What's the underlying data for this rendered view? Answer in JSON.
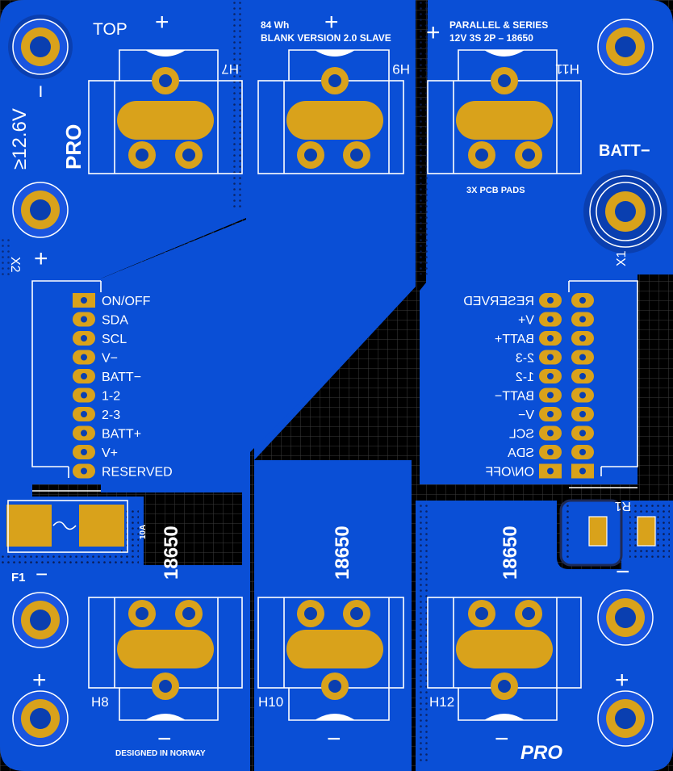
{
  "colors": {
    "background": "#000000",
    "grid": "#3c3c3c",
    "copper": "#0a4fd6",
    "copper_dark": "#0a3fb0",
    "pad_gold": "#d9a21b",
    "hole_blue": "#1a3fb8",
    "silk": "#ffffff"
  },
  "top_left": {
    "top_label": "TOP",
    "plus": "+",
    "minus": "−",
    "voltage": "≥12.6V",
    "connector": "X2",
    "logo": "PRO"
  },
  "holders_top": [
    {
      "ref": "H7"
    },
    {
      "ref": "H9"
    },
    {
      "ref": "H11"
    }
  ],
  "holders_bottom": [
    {
      "ref": "H8",
      "size": "18650"
    },
    {
      "ref": "H10",
      "size": "18650"
    },
    {
      "ref": "H12",
      "size": "18650"
    }
  ],
  "header_center": {
    "line1": "84 Wh",
    "line2": "BLANK VERSION 2.0 SLAVE",
    "plus": "+"
  },
  "header_right": {
    "line1": "PARALLEL & SERIES",
    "line2": "12V 3S 2P – 18650",
    "plus": "+",
    "pads_note": "3X PCB PADS",
    "batt_label": "BATT−",
    "connector": "X1",
    "resistor": "R1"
  },
  "left_pins": [
    "ON/OFF",
    "SDA",
    "SCL",
    "V−",
    "BATT−",
    "1-2",
    "2-3",
    "BATT+",
    "V+",
    "RESERVED"
  ],
  "right_pins": [
    "RESERVED",
    "V+",
    "BATT+",
    "2-3",
    "1-2",
    "BATT−",
    "V−",
    "SCL",
    "SDA",
    "ON/OFF"
  ],
  "fuse": {
    "ref": "F1",
    "rating": "10A",
    "minus": "−"
  },
  "bottom": {
    "designed": "DESIGNED IN NORWAY",
    "plus": "+",
    "minus": "−",
    "logo": "PRO"
  }
}
